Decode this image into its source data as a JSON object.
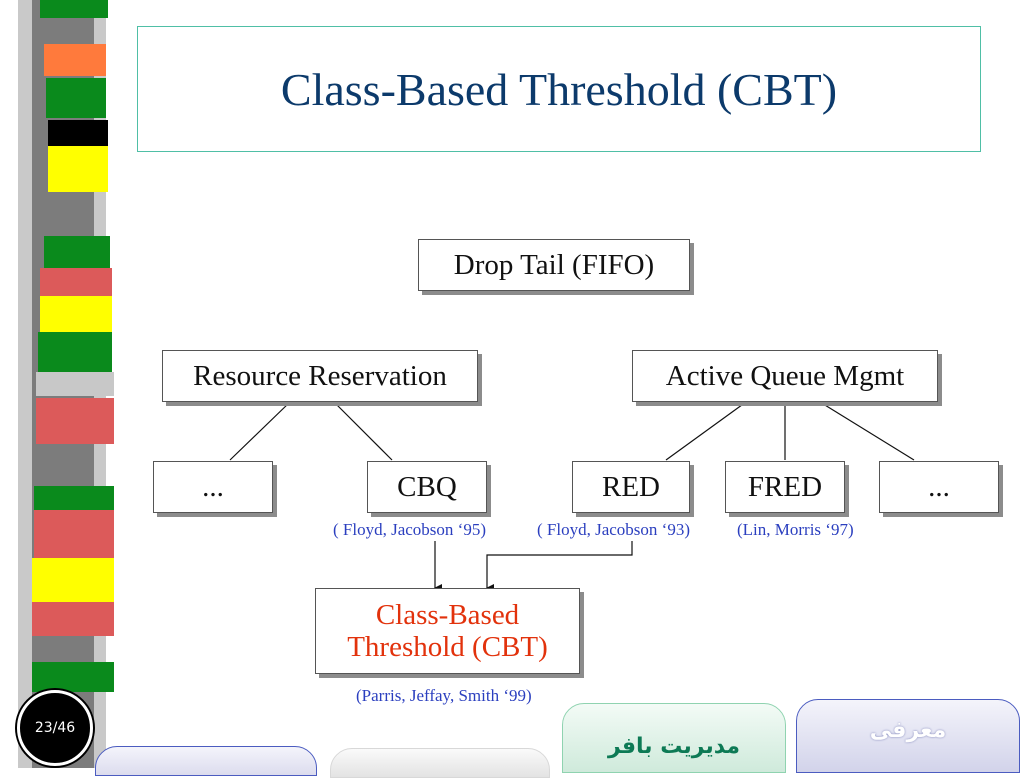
{
  "slide": {
    "title": "Class-Based Threshold (CBT)",
    "page_number": "23/46"
  },
  "diagram": {
    "nodes": {
      "drop_tail": "Drop Tail (FIFO)",
      "resource_reservation": "Resource Reservation",
      "active_queue_mgmt": "Active Queue Mgmt",
      "ellipsis_left": "...",
      "cbq": "CBQ",
      "red": "RED",
      "fred": "FRED",
      "ellipsis_right": "...",
      "cbt_line1": "Class-Based",
      "cbt_line2": "Threshold (CBT)"
    },
    "citations": {
      "cbq": "( Floyd, Jacobson ‘95)",
      "red": "( Floyd, Jacobson ‘93)",
      "fred": "(Lin, Morris ‘97)",
      "cbt": "(Parris, Jeffay, Smith ‘99)"
    },
    "edges": [
      {
        "from": "resource_reservation",
        "to": "ellipsis_left"
      },
      {
        "from": "resource_reservation",
        "to": "cbq"
      },
      {
        "from": "active_queue_mgmt",
        "to": "red"
      },
      {
        "from": "active_queue_mgmt",
        "to": "fred"
      },
      {
        "from": "active_queue_mgmt",
        "to": "ellipsis_right"
      },
      {
        "from": "cbq",
        "to": "cbt",
        "arrow": true
      },
      {
        "from": "red",
        "to": "cbt",
        "arrow": true
      }
    ]
  },
  "nav": {
    "buffer_tab": "مدیریت بافر",
    "intro_tab": "معرفی"
  },
  "colors": {
    "title": "#0c3a6b",
    "cbt_text": "#e2320c",
    "citation": "#2b3fbf",
    "title_border": "#4fbfa6",
    "strip_segments": [
      "#0a8a1c",
      "#ff7a3c",
      "#0a8a1c",
      "#000000",
      "#ffff00",
      "#0a8a1c",
      "#dc5a5a",
      "#ffff00",
      "#0a8a1c",
      "#c8c8c8",
      "#dc5a5a",
      "#0a8a1c",
      "#dc5a5a",
      "#ffff00",
      "#dc5a5a",
      "#0a8a1c"
    ]
  }
}
